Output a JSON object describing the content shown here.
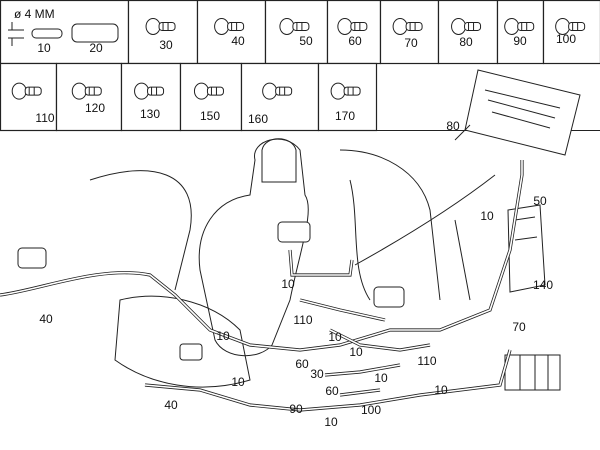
{
  "legend": {
    "diameter_label": "ø 4 MM",
    "cells": [
      {
        "labels": [
          "10",
          "20"
        ]
      },
      {
        "labels": [
          "30"
        ]
      },
      {
        "labels": [
          "40"
        ]
      },
      {
        "labels": [
          "50"
        ]
      },
      {
        "labels": [
          "60"
        ]
      },
      {
        "labels": [
          "70"
        ]
      },
      {
        "labels": [
          "80"
        ]
      },
      {
        "labels": [
          "90"
        ]
      },
      {
        "labels": [
          "100"
        ]
      },
      {
        "labels": [
          "110"
        ]
      },
      {
        "labels": [
          "120"
        ]
      },
      {
        "labels": [
          "130"
        ]
      },
      {
        "labels": [
          "150"
        ]
      },
      {
        "labels": [
          "160"
        ]
      },
      {
        "labels": [
          "170"
        ]
      }
    ]
  },
  "callouts": [
    "80",
    "50",
    "10",
    "140",
    "10",
    "40",
    "110",
    "70",
    "10",
    "10",
    "10",
    "110",
    "60",
    "30",
    "10",
    "10",
    "40",
    "60",
    "90",
    "100",
    "10",
    "10"
  ]
}
